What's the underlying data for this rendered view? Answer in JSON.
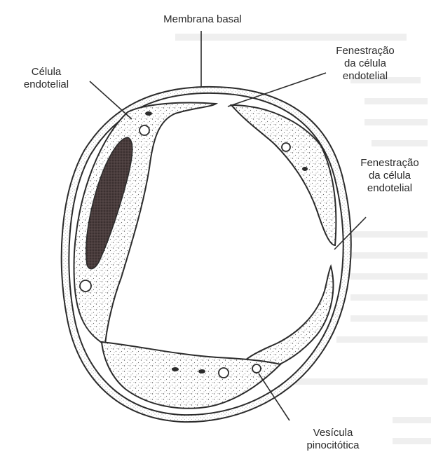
{
  "labels": {
    "membrana_basal": "Membrana basal",
    "celula_endotelial": [
      "Célula",
      "endotelial"
    ],
    "fenestracao_top": [
      "Fenestração",
      "da célula",
      "endotelial"
    ],
    "fenestracao_right": [
      "Fenestração",
      "da célula",
      "endotelial"
    ],
    "vesicula": [
      "Vesícula",
      "pinocitótica"
    ]
  },
  "colors": {
    "ink": "#2b2b2b",
    "nucleus": "#4a3d3d",
    "background_text": "#ededed"
  }
}
